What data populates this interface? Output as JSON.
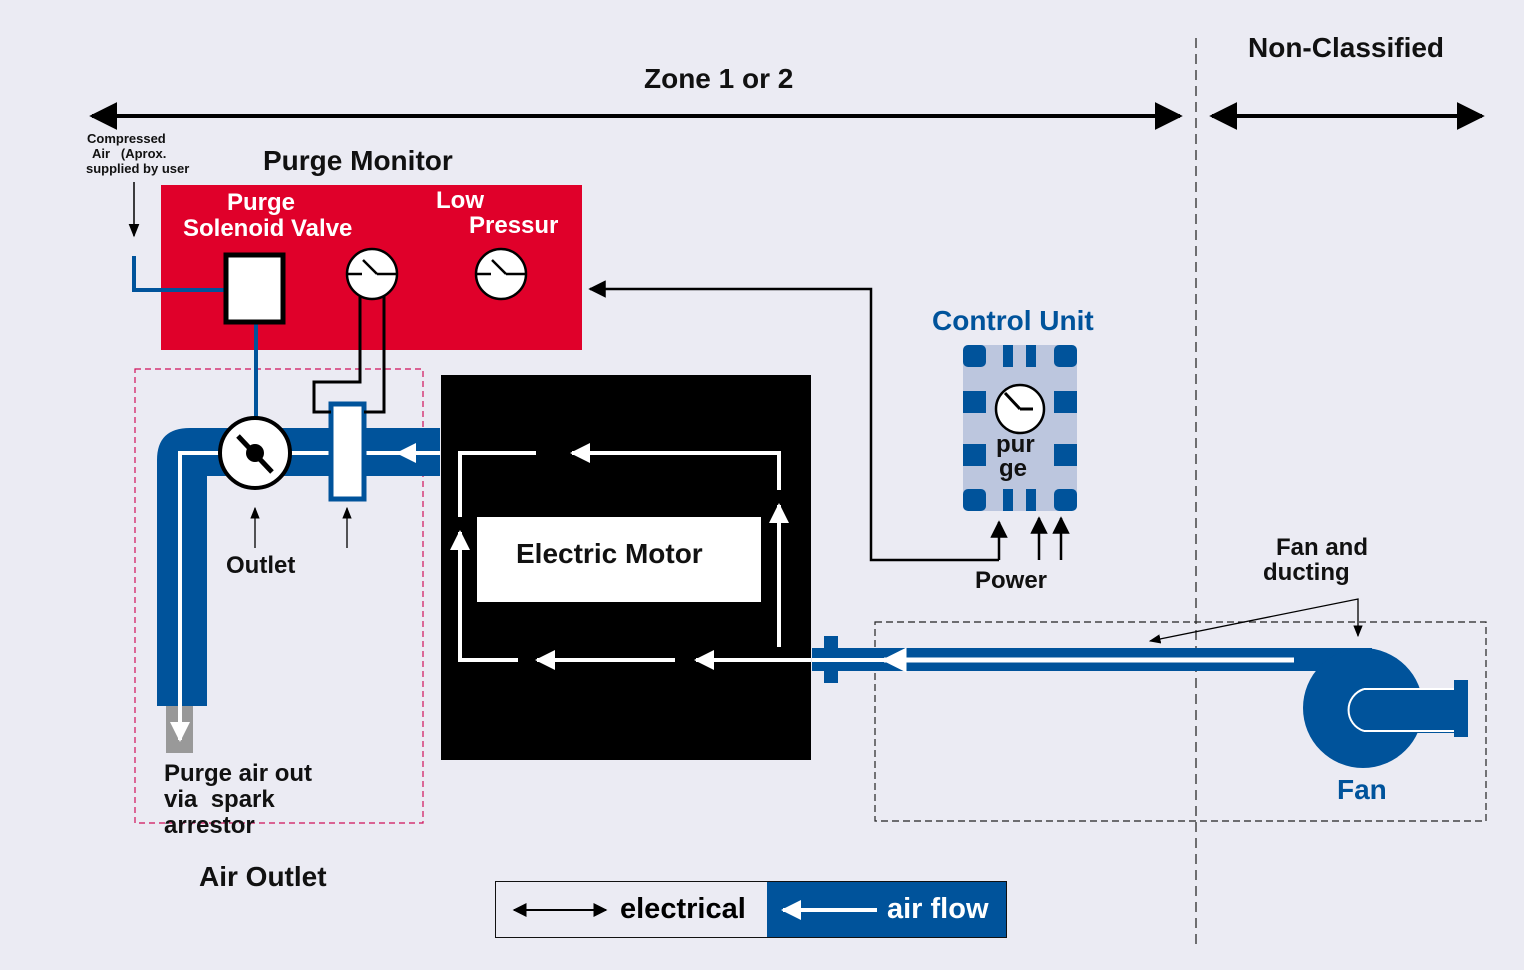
{
  "zones": {
    "left": "Zone 1 or 2",
    "right": "Non-Classified"
  },
  "labels": {
    "compressed_air": [
      "Compressed",
      "Air   (Aprox.",
      "supplied by user"
    ],
    "purge_monitor": "Purge Monitor",
    "purge_solenoid_valve": [
      "Purge",
      "Solenoid Valve"
    ],
    "low_pressure": [
      "Low",
      "Pressur"
    ],
    "control_unit": "Control Unit",
    "control_unit_inner": [
      "pur",
      "ge"
    ],
    "power": "Power",
    "electric_motor": "Electric Motor",
    "outlet": "Outlet",
    "purge_air_out": [
      "Purge air out",
      "via  spark",
      "arrestor"
    ],
    "air_outlet": "Air Outlet",
    "fan_and_ducting": [
      "Fan and",
      "ducting"
    ],
    "fan": "Fan"
  },
  "legend": {
    "electrical": "electrical",
    "air_flow": "air flow"
  },
  "colors": {
    "background": "#ebebf3",
    "purge_monitor_red": "#e0002a",
    "pipe_blue": "#00539b",
    "control_unit_fill": "#bcc6de",
    "motor_black": "#000000",
    "outlet_box_dash": "#d0105a"
  }
}
